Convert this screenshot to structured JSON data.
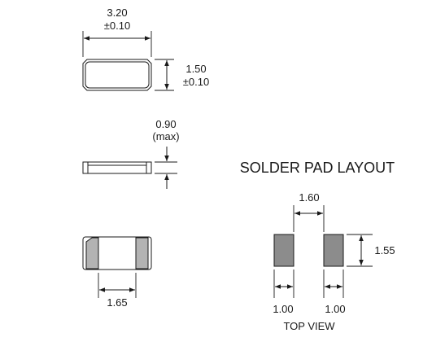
{
  "top_view": {
    "length": "3.20",
    "length_tol": "±0.10",
    "width": "1.50",
    "width_tol": "±0.10"
  },
  "side_view": {
    "height": "0.90",
    "height_note": "(max)"
  },
  "bottom_view": {
    "terminal_gap": "1.65"
  },
  "solder_pad_layout": {
    "title": "SOLDER PAD LAYOUT",
    "pad_spacing": "1.60",
    "pad_length": "1.55",
    "pad_width_left": "1.00",
    "pad_width_right": "1.00",
    "caption": "TOP VIEW"
  },
  "colors": {
    "line": "#1a1a1a",
    "pad_fill": "#8c8c8c",
    "terminal_fill": "#b3b3b3",
    "body_fill": "#ffffff"
  }
}
